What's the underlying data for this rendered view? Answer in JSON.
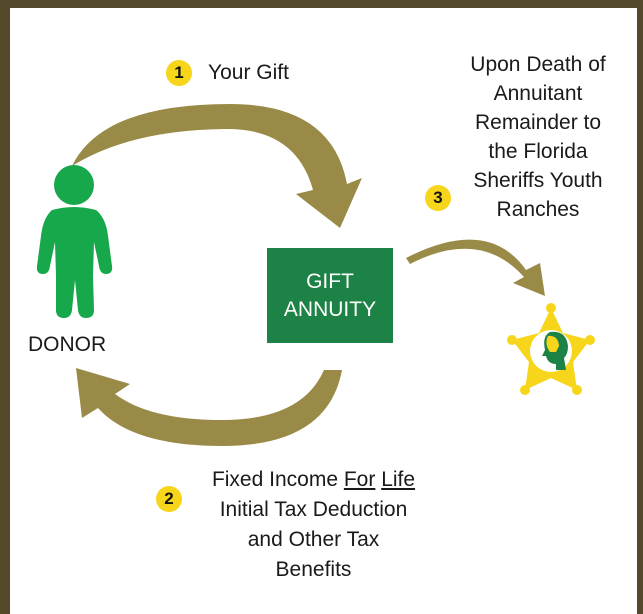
{
  "donor_label": "DONOR",
  "center_box": {
    "line1": "GIFT",
    "line2": "ANNUITY"
  },
  "steps": [
    {
      "number": "1",
      "text": "Your Gift"
    },
    {
      "number": "2",
      "lines": [
        "Fixed Income For Life",
        "Initial Tax Deduction",
        "and Other Tax",
        "Benefits"
      ],
      "underlined_words": [
        "For",
        "Life"
      ]
    },
    {
      "number": "3",
      "lines": [
        "Upon Death of",
        "Annuitant",
        "Remainder to",
        "the Florida",
        "Sheriffs Youth",
        "Ranches"
      ]
    }
  ],
  "colors": {
    "background": "#55492c",
    "panel": "#ffffff",
    "arrow": "#9a8a47",
    "box": "#1d8245",
    "donor": "#16a84a",
    "number_badge": "#f7d51a",
    "star": "#f7d51a"
  },
  "icons": {
    "donor": "person-icon",
    "recipient": "sheriff-star-badge-icon"
  }
}
